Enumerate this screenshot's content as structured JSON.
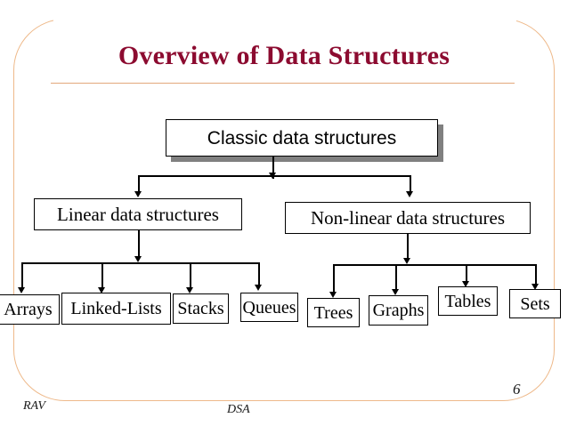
{
  "slide": {
    "title": "Overview of Data Structures",
    "page_number": "6",
    "footer_left": "RAV",
    "footer_center": "DSA",
    "accent_color": "#8c0b30",
    "frame_color": "#eeb98a",
    "rule_color": "#e3a87c",
    "shadow_color": "#808080",
    "line_color": "#000000"
  },
  "diagram": {
    "type": "tree",
    "root": {
      "label": "Classic data structures"
    },
    "level2": [
      {
        "label": "Linear data structures"
      },
      {
        "label": "Non-linear data structures"
      }
    ],
    "leaves_linear": [
      {
        "label": "Arrays"
      },
      {
        "label": "Linked-Lists"
      },
      {
        "label": "Stacks"
      },
      {
        "label": "Queues"
      }
    ],
    "leaves_nonlinear": [
      {
        "label": "Trees"
      },
      {
        "label": "Graphs"
      },
      {
        "label": "Tables"
      },
      {
        "label": "Sets"
      }
    ]
  }
}
